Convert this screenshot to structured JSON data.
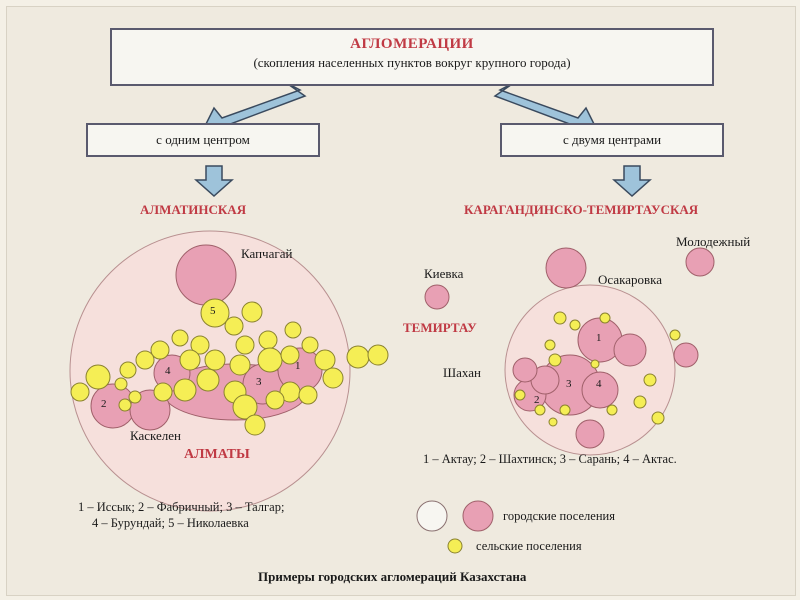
{
  "title": {
    "main": "АГЛОМЕРАЦИИ",
    "sub": "(скопления населенных пунктов вокруг крупного города)"
  },
  "types": {
    "one_center": "с одним центром",
    "two_centers": "с двумя центрами"
  },
  "almaty": {
    "agglomeration": "АЛМАТИНСКАЯ",
    "city": "АЛМАТЫ",
    "labels": {
      "kapchagay": "Капчагай",
      "kaskelen": "Каскелен"
    },
    "numbers": [
      "1",
      "2",
      "3",
      "4",
      "5"
    ],
    "key": {
      "line1": "1 – Иссык; 2 – Фабричный; 3 – Талгар;",
      "line2": "4 – Бурундай; 5 – Николаевка"
    }
  },
  "karaganda": {
    "agglomeration": "КАРАГАНДИНСКО-ТЕМИРТАУСКАЯ",
    "labels": {
      "molodezhny": "Молодежный",
      "kievka": "Киевка",
      "osakarovka": "Осакаровка",
      "temirtau": "ТЕМИРТАУ",
      "shakhan": "Шахан"
    },
    "numbers": [
      "1",
      "2",
      "3",
      "4"
    ],
    "key": "1 – Актау; 2 – Шахтинск; 3 – Сарань; 4 – Актас."
  },
  "legend": {
    "urban": "городские поселения",
    "rural": "сельские поселения"
  },
  "colors": {
    "urban_fill": "#e8a0b4",
    "rural_fill": "#f5ee55",
    "area_fill": "#f6e0dc",
    "accent_red": "#c03a44",
    "arrow_fill": "#9ec3da"
  },
  "caption": "Примеры городских агломераций Казахстана"
}
